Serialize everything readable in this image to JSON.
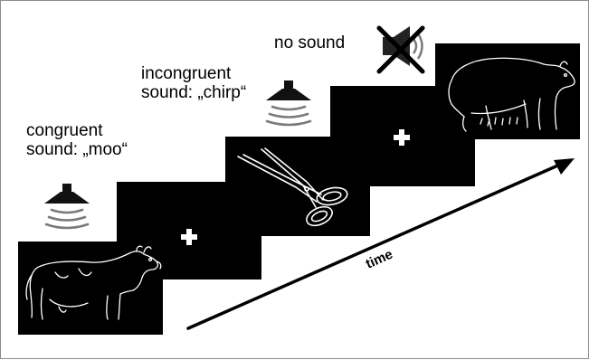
{
  "labels": {
    "congruent": "congruent\nsound: „moo“",
    "incongruent": "incongruent\nsound: „chirp“",
    "no_sound": "no sound",
    "time": "time"
  },
  "frames": [
    {
      "content": "cow-icon"
    },
    {
      "content": "fixation-cross"
    },
    {
      "content": "scissors-icon"
    },
    {
      "content": "fixation-cross"
    },
    {
      "content": "bear-icon"
    }
  ],
  "colors": {
    "frame": "#000000",
    "drawing": "#ffffff",
    "speaker": "#111111",
    "waves": "#7a7a7a",
    "arrow": "#000000"
  }
}
